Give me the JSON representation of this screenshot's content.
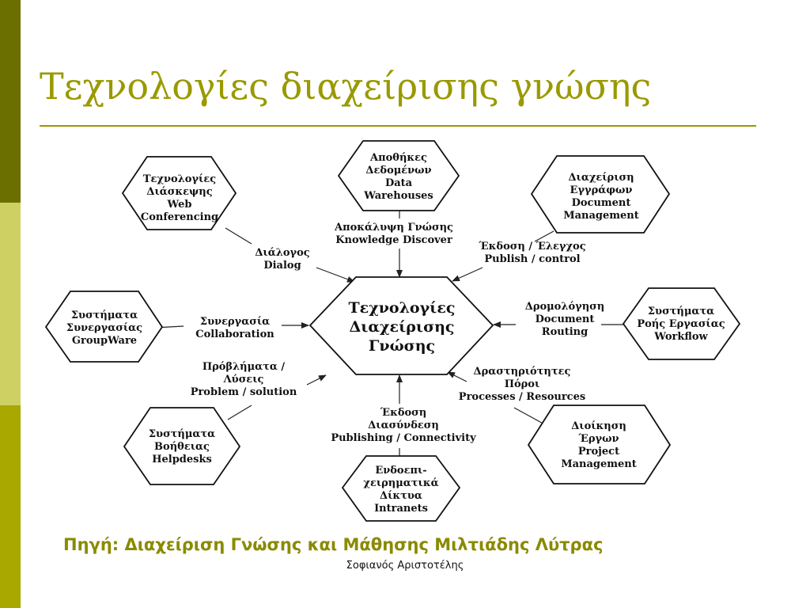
{
  "colors": {
    "sidebar_top": "#6b6f00",
    "sidebar_mid": "#cfd063",
    "sidebar_bottom": "#a9a800",
    "title": "#999900",
    "rule": "#999900",
    "source": "#8a8a00"
  },
  "slide": {
    "title": "Τεχνολογίες διαχείρισης γνώσης",
    "source": "Πηγή: Διαχείριση Γνώσης και Μάθησης Μιλτιάδης Λύτρας",
    "author": "Σοφιανός Αριστοτέλης"
  },
  "diagram": {
    "center": [
      "Τεχνολογίες",
      "Διαχείρισης",
      "Γνώσης"
    ],
    "nodes": {
      "web_conferencing": [
        "Τεχνολογίες",
        "Διάσκεψης",
        "Web",
        "Conferencing"
      ],
      "data_warehouses": [
        "Αποθήκες",
        "Δεδομένων",
        "Data",
        "Warehouses"
      ],
      "document_management": [
        "Διαχείριση",
        "Εγγράφων",
        "Document",
        "Management"
      ],
      "groupware": [
        "Συστήματα",
        "Συνεργασίας",
        "GroupWare"
      ],
      "workflow": [
        "Συστήματα",
        "Ροής Εργασίας",
        "Workflow"
      ],
      "helpdesks": [
        "Συστήματα",
        "Βοήθειας",
        "Helpdesks"
      ],
      "intranets": [
        "Ενδοεπι-",
        "χειρηματικά",
        "Δίκτυα",
        "Intranets"
      ],
      "project_management": [
        "Διοίκηση",
        "Έργων",
        "Project",
        "Management"
      ]
    },
    "labels": {
      "dialog": [
        "Διάλογος",
        "Dialog"
      ],
      "knowledge_discovery": [
        "Αποκάλυψη Γνώσης",
        "Knowledge Discover"
      ],
      "publish_control": [
        "Έκδοση / Έλεγχος",
        "Publish / control"
      ],
      "collaboration": [
        "Συνεργασία",
        "Collaboration"
      ],
      "document_routing": [
        "Δρομολόγηση",
        "Document",
        "Routing"
      ],
      "problem_solution": [
        "Πρόβλήματα /",
        "Λύσεις",
        "Problem / solution"
      ],
      "processes_resources": [
        "Δραστηριότητες",
        "Πόροι",
        "Processes / Resources"
      ],
      "publishing_connectivity": [
        "Έκδοση",
        "Διασύνδεση",
        "Publishing / Connectivity"
      ]
    }
  }
}
